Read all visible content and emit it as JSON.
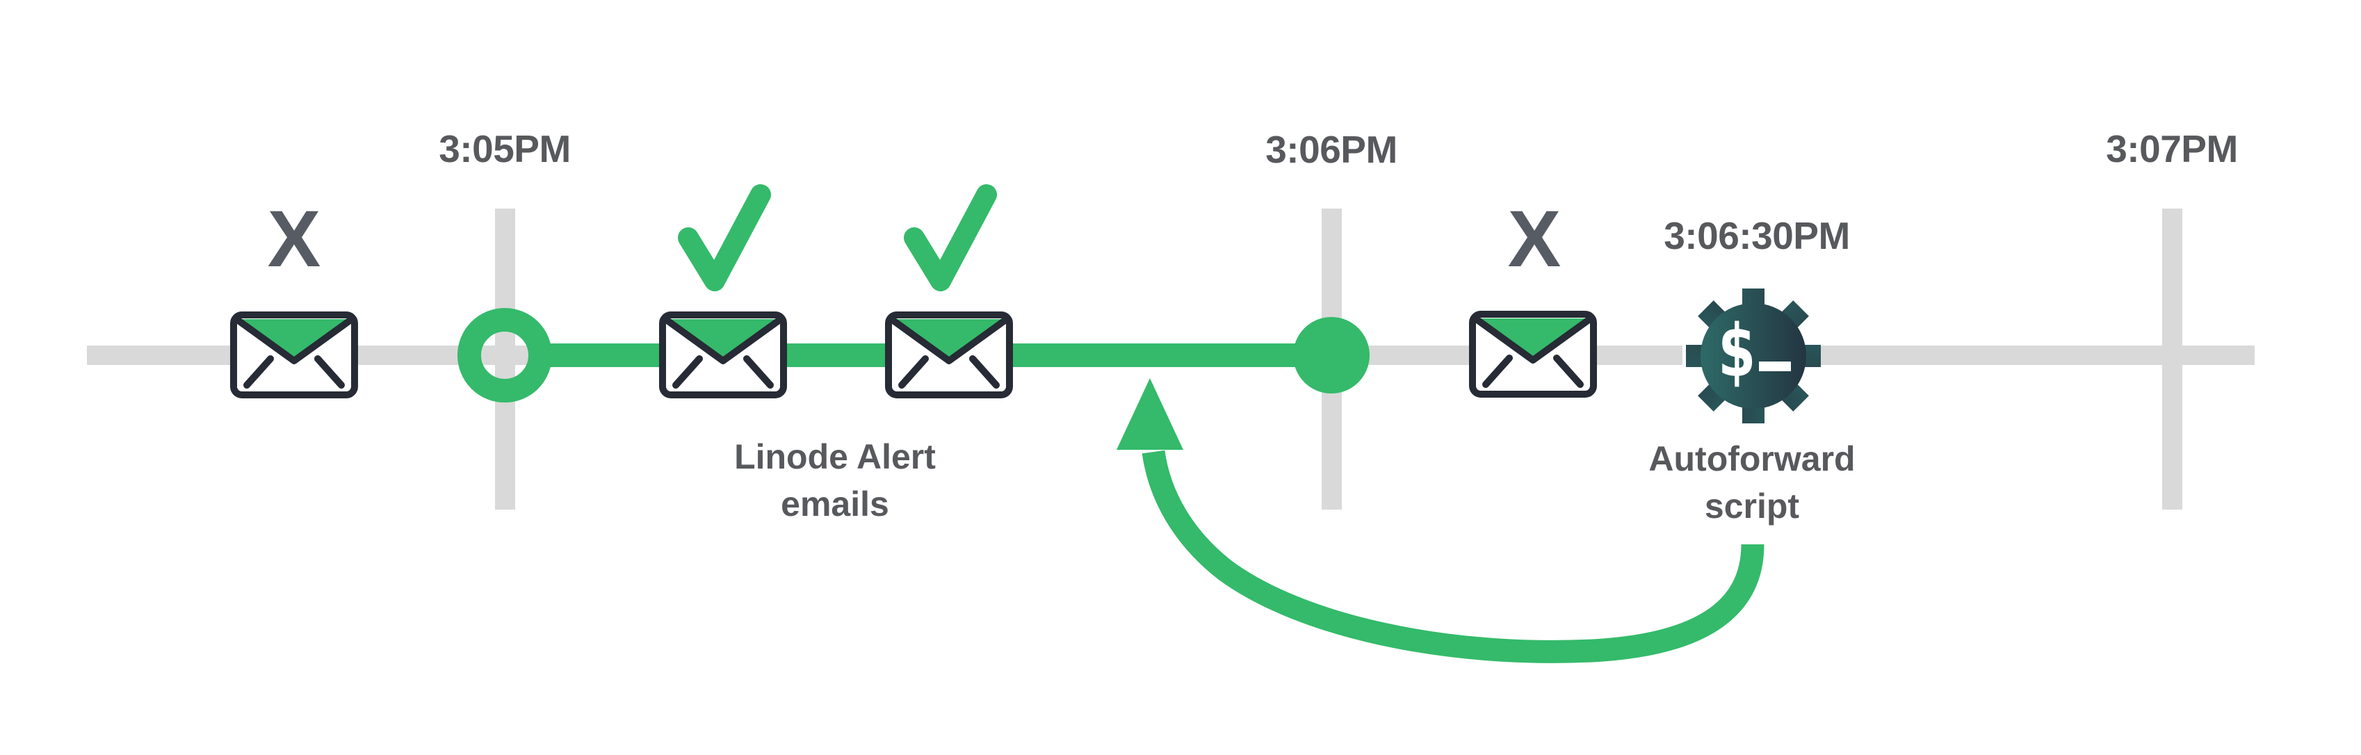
{
  "colors": {
    "bg": "#ffffff",
    "green": "#34ba6a",
    "track_gray": "#d9d9d9",
    "label_gray": "#58595d",
    "x_gray": "#575b63",
    "envelope_outline": "#262b35",
    "gear_gradient_start": "#2f716c",
    "gear_gradient_end": "#222f3c"
  },
  "timeline": {
    "ticks": [
      {
        "label": "3:05PM"
      },
      {
        "label": "3:06PM"
      },
      {
        "label": "3:07PM"
      }
    ]
  },
  "markers": {
    "missed_glyph": "X",
    "delivered_glyph": "✓"
  },
  "emails_caption": {
    "line1": "Linode Alert",
    "line2": "emails"
  },
  "autoforward": {
    "time_label": "3:06:30PM",
    "caption_line1": "Autoforward",
    "caption_line2": "script",
    "dollar_glyph": "$",
    "underscore_glyph": "_",
    "icon": "gear-terminal-icon"
  },
  "icons": {
    "envelope": "envelope-icon",
    "check": "check-icon",
    "x": "x-icon",
    "arrow": "curved-arrow-up-icon"
  }
}
